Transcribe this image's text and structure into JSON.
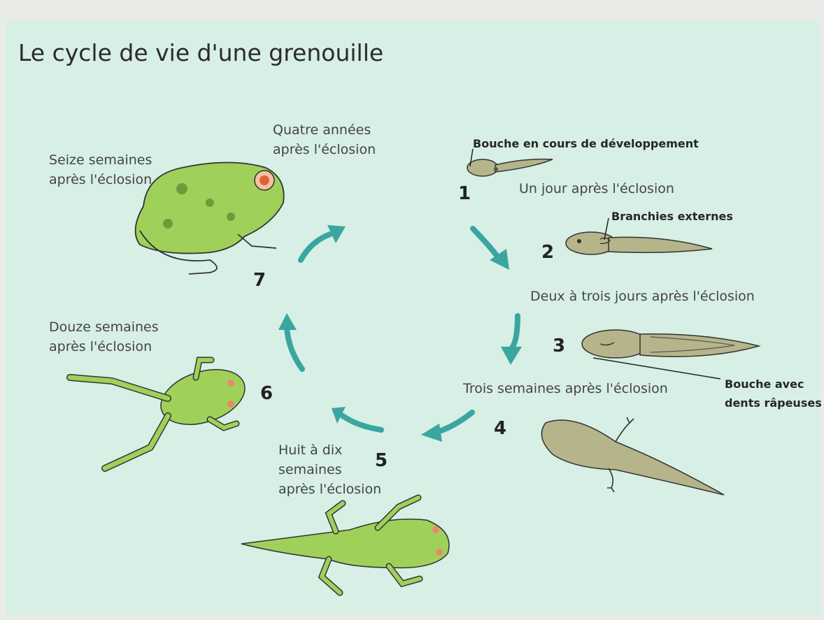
{
  "title": "Le cycle de vie d'une grenouille",
  "stages": [
    {
      "number": "1",
      "label": "Un jour après l'éclosion",
      "note": "Bouche en cours de développement"
    },
    {
      "number": "2",
      "note": "Branchies externes"
    },
    {
      "number": "3",
      "label": "Deux à trois jours après l'éclosion",
      "note": "Bouche avec\ndents râpeuses"
    },
    {
      "number": "4",
      "label": "Trois semaines après l'éclosion"
    },
    {
      "number": "5",
      "label": "Huit à dix\nsemaines\naprès l'éclosion"
    },
    {
      "number": "6",
      "label": "Douze semaines\naprès l'éclosion"
    },
    {
      "number": "7",
      "label": "Seize semaines\naprès l'éclosion"
    }
  ],
  "top_label": "Quatre années\naprès l'éclosion",
  "colors": {
    "background": "#d7efe5",
    "arrow": "#3aa6a0",
    "frog_green": "#9fd15a",
    "tadpole": "#b6b48a"
  }
}
